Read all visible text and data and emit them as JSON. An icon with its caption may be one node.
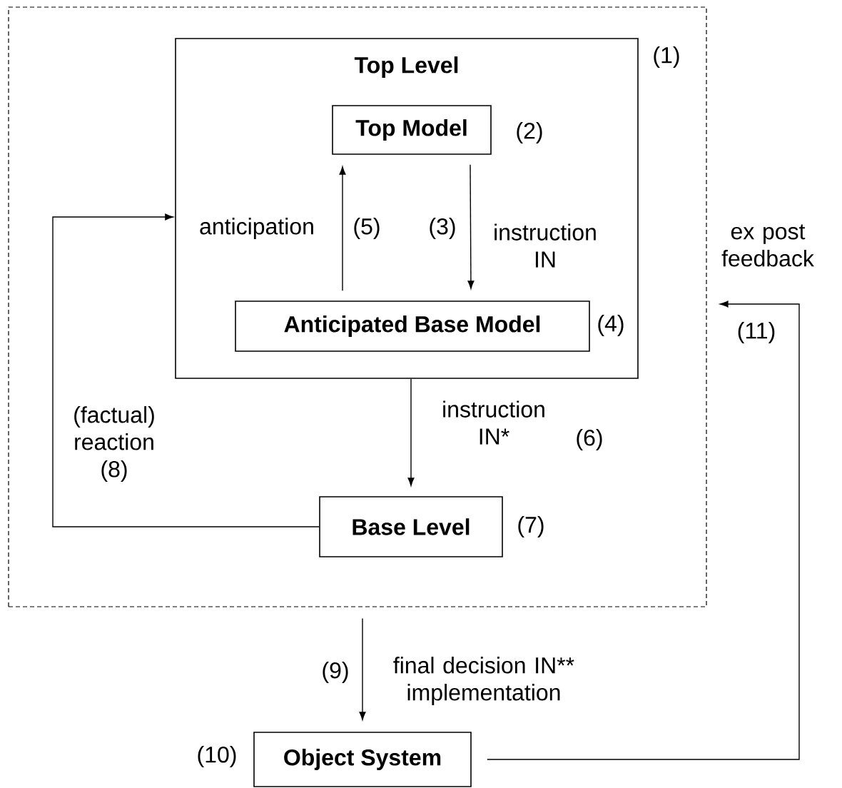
{
  "diagram": {
    "nodes": [
      {
        "text": [],
        "shape": "box"
      },
      {
        "text": [
          "Top Level"
        ],
        "beside": [
          "(1)"
        ],
        "in": 0
      },
      {
        "text": [
          "Top Model"
        ],
        "beside": [
          "(2)"
        ],
        "in": 1
      },
      {
        "text": [
          "Anticipated Base Model"
        ],
        "beside": [
          "(4)"
        ],
        "in": 1
      },
      {
        "text": [
          "Base Level"
        ],
        "beside": [
          "(7)"
        ],
        "in": 0
      },
      {
        "text": [
          "Object System"
        ],
        "beside": [
          "(10)"
        ]
      }
    ],
    "edges": [
      {
        "from": 2,
        "to": 3,
        "arrow": "to",
        "label": "instruction IN"
      },
      {
        "from": 3,
        "to": 2,
        "arrow": "to",
        "label": "anticipation"
      },
      {
        "from": 1,
        "to": 4,
        "arrow": "to",
        "label": "instruction IN*"
      },
      {
        "from": 4,
        "to": 1,
        "arrow": "to",
        "label": "(factual) reaction (8)"
      },
      {
        "from": 0,
        "to": 5,
        "arrow": "to",
        "label": "final decision IN** implementation"
      },
      {
        "from": 5,
        "to": 0,
        "arrow": "to",
        "label": "ex post feedback"
      }
    ],
    "labels": [
      "(5)",
      "(3)",
      "(6)",
      "(9)",
      "(11)"
    ]
  }
}
